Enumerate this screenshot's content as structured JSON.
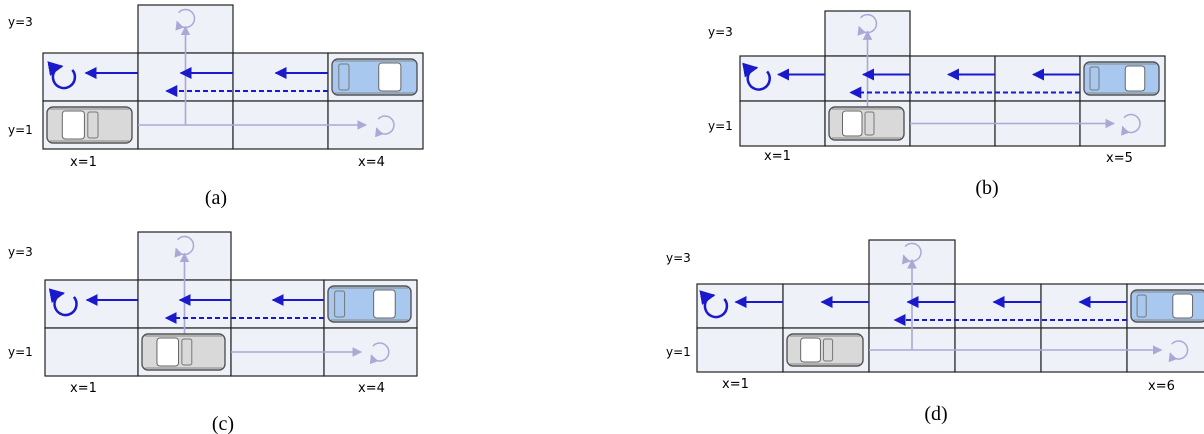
{
  "colors": {
    "cell_fill": "#eef1f7",
    "grid_stroke": "#222222",
    "ego_path": "#1a1acc",
    "other_path": "#a9a9d6",
    "ego_car_body": "#a8c8f0",
    "other_car_body": "#d9d9d9"
  },
  "panels": [
    {
      "caption": "(a)",
      "y_top_label": "y=3",
      "y_bottom_label": "y=1",
      "x_left_label": "x=1",
      "x_right_label": "x=4",
      "columns": 4,
      "top_open_column": 2,
      "bottom_car_column": 1,
      "arrow_from_column": 4
    },
    {
      "caption": "(b)",
      "y_top_label": "y=3",
      "y_bottom_label": "y=1",
      "x_left_label": "x=1",
      "x_right_label": "x=5",
      "columns": 5,
      "top_open_column": 2,
      "bottom_car_column": 2,
      "arrow_from_column": 5
    },
    {
      "caption": "(c)",
      "y_top_label": "y=3",
      "y_bottom_label": "y=1",
      "x_left_label": "x=1",
      "x_right_label": "x=4",
      "columns": 4,
      "top_open_column": 2,
      "bottom_car_column": 2,
      "arrow_from_column": 4
    },
    {
      "caption": "(d)",
      "y_top_label": "y=3",
      "y_bottom_label": "y=1",
      "x_left_label": "x=1",
      "x_right_label": "x=6",
      "columns": 6,
      "top_open_column": 3,
      "bottom_car_column": 2,
      "arrow_from_column": 6
    }
  ]
}
